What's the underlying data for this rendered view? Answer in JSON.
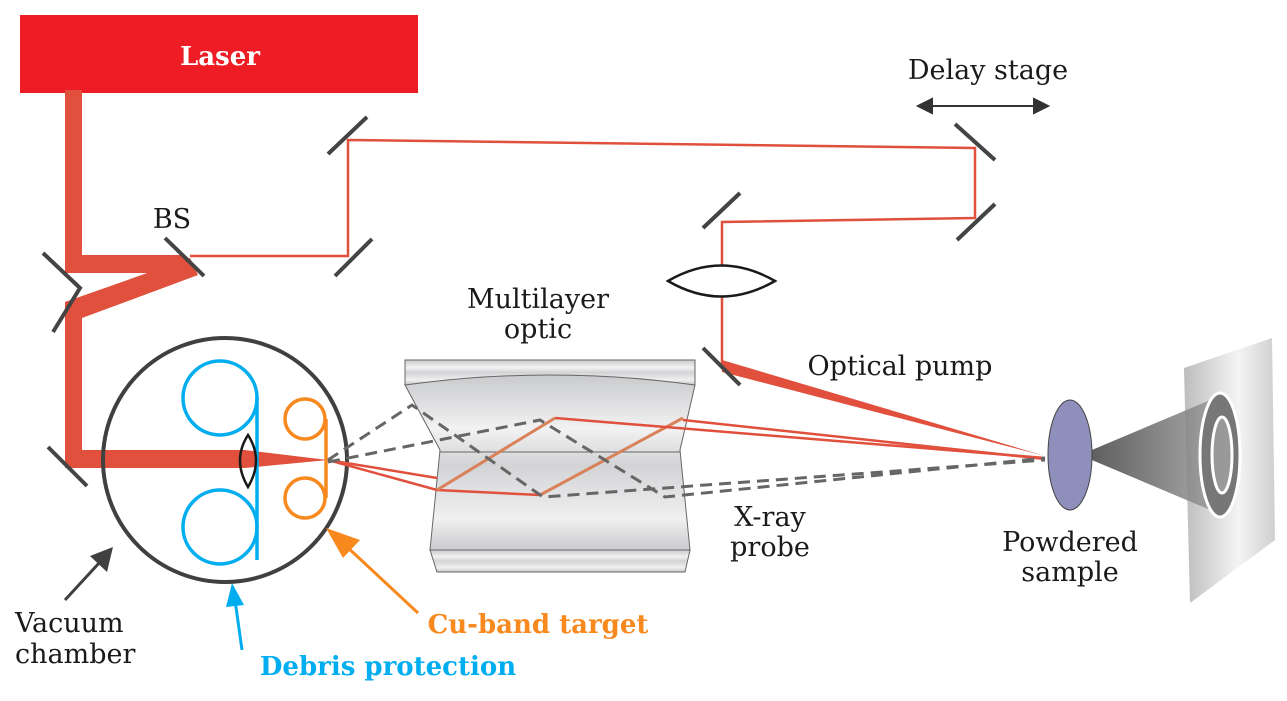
{
  "title_box": {
    "label": "Laser",
    "color": "#ee1c25"
  },
  "labels": {
    "delay_stage": "Delay stage",
    "bs": "BS",
    "multilayer_line1": "Multilayer",
    "multilayer_line2": "optic",
    "optical_pump": "Optical pump",
    "xray_line1": "X-ray",
    "xray_line2": "probe",
    "sample_line1": "Powdered",
    "sample_line2": "sample",
    "vacuum_line1": "Vacuum",
    "vacuum_line2": "chamber",
    "cu_target": "Cu-band target",
    "debris": "Debris protection"
  },
  "colors": {
    "beam": "#e0503c",
    "debris": "#00aeef",
    "target": "#f7891f",
    "mirror": "#444444",
    "xray": "#666666"
  }
}
